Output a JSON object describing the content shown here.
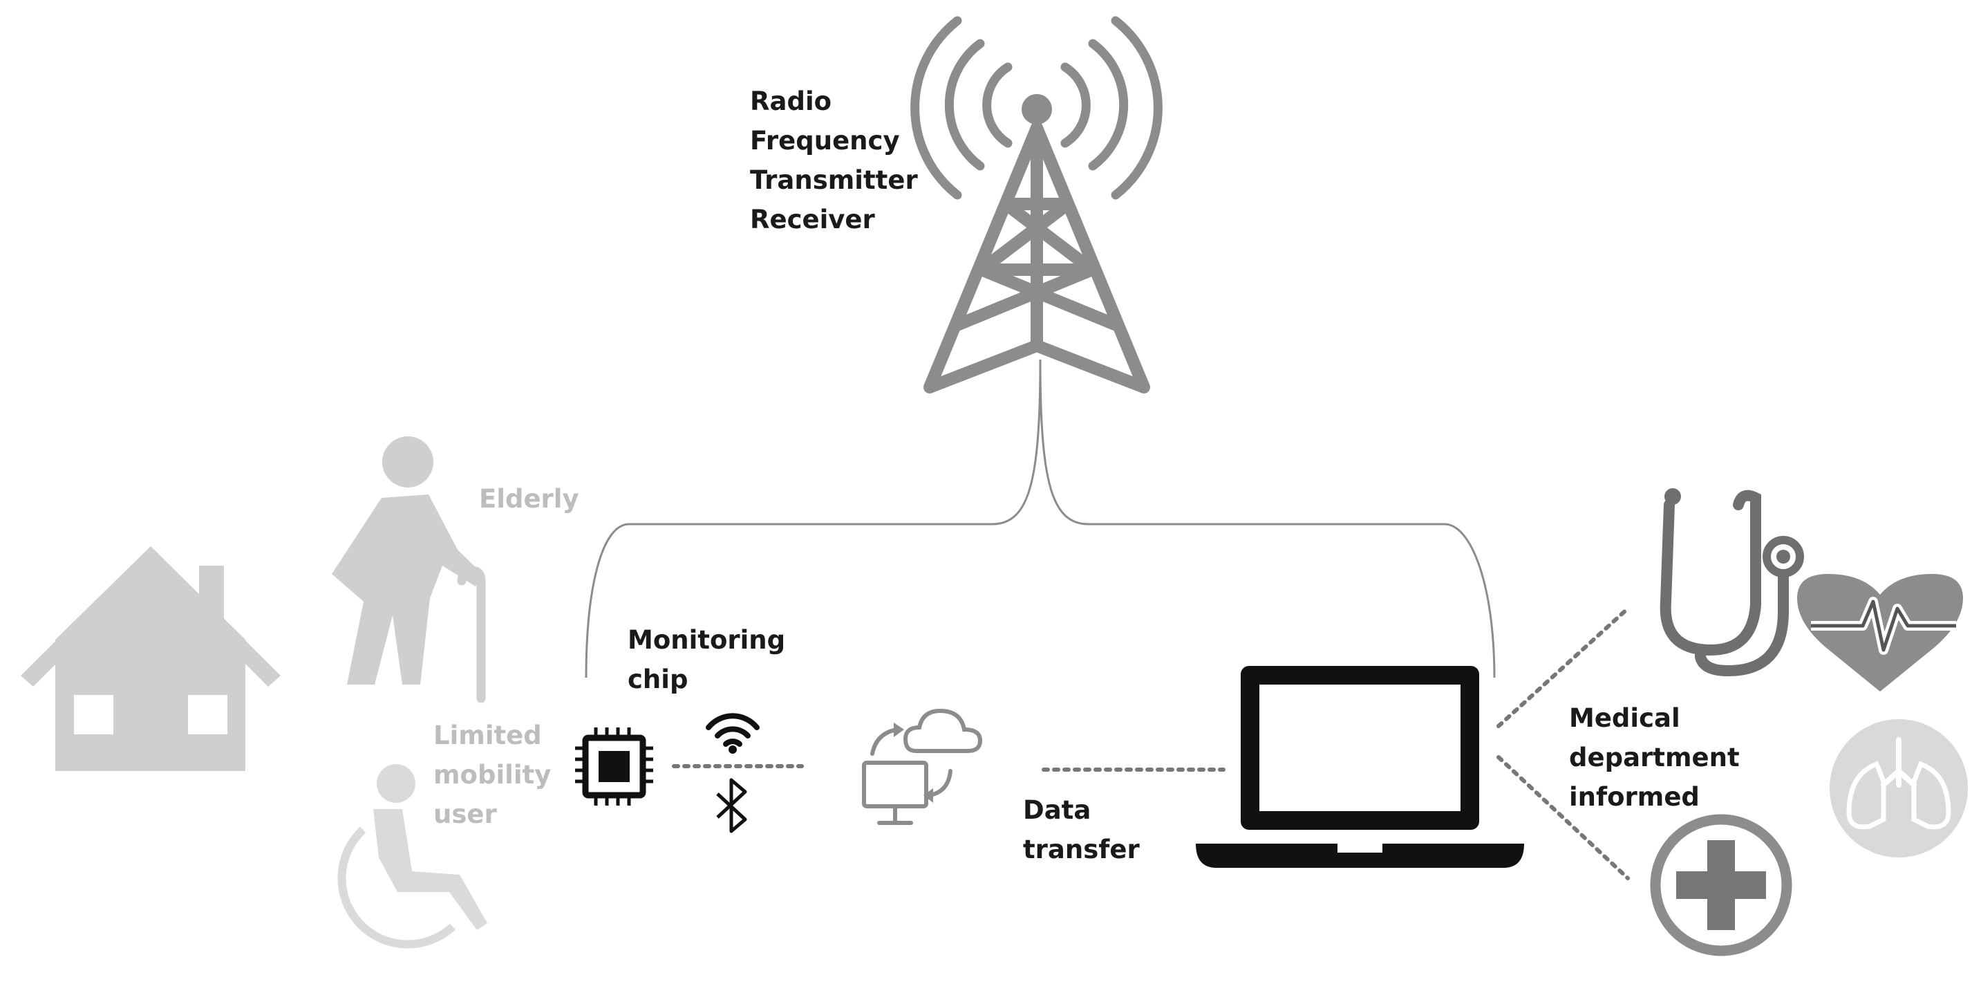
{
  "labels": {
    "tower": "Radio\nFrequency\nTransmitter\nReceiver",
    "elderly": "Elderly",
    "limited_mobility": "Limited\nmobility\nuser",
    "monitoring_chip": "Monitoring\nchip",
    "data_transfer": "Data\ntransfer",
    "medical": "Medical\ndepartment\ninformed"
  },
  "icons": [
    "house-icon",
    "elderly-person-icon",
    "wheelchair-user-icon",
    "microchip-icon",
    "wifi-icon",
    "bluetooth-icon",
    "cloud-sync-icon",
    "laptop-icon",
    "radio-tower-icon",
    "stethoscope-icon",
    "heart-pulse-icon",
    "lungs-icon",
    "medical-cross-icon"
  ],
  "colors": {
    "dark": "#1a1a1a",
    "grey": "#8c8c8c",
    "light": "#bdbdbd",
    "lighter": "#d0d0d0"
  }
}
